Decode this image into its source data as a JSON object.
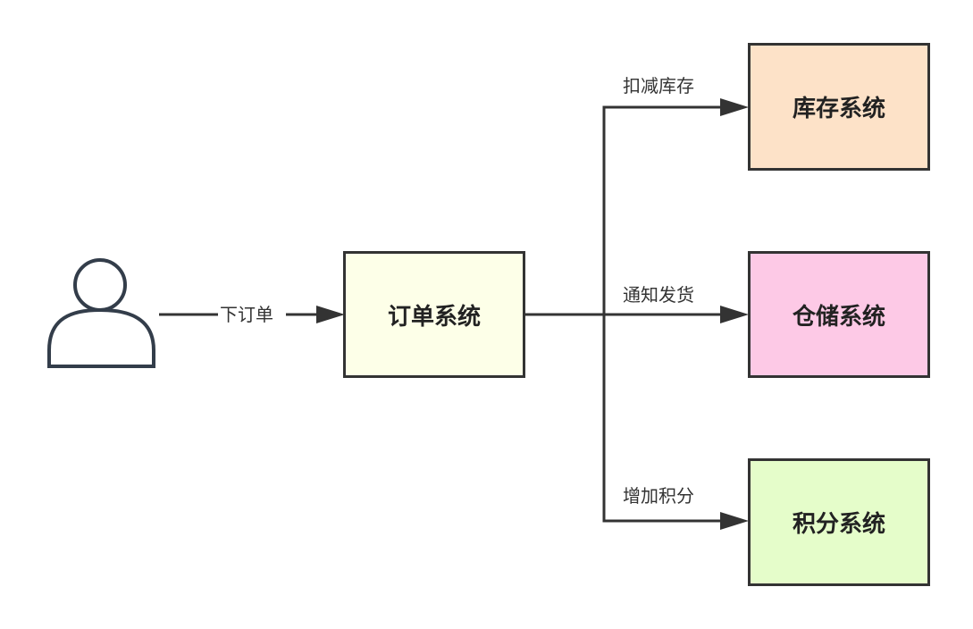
{
  "user": {
    "icon": "user-icon"
  },
  "order_edge": {
    "label": "下订单"
  },
  "nodes": {
    "order": {
      "label": "订单系统",
      "fill": "#fdffe8"
    },
    "inventory": {
      "label": "库存系统",
      "fill": "#fde2c8"
    },
    "warehouse": {
      "label": "仓储系统",
      "fill": "#fdc9e6"
    },
    "points": {
      "label": "积分系统",
      "fill": "#e5fdca"
    }
  },
  "edges": {
    "deduct_stock": {
      "label": "扣减库存"
    },
    "notify_ship": {
      "label": "通知发货"
    },
    "add_points": {
      "label": "增加积分"
    }
  },
  "colors": {
    "line": "#333333",
    "icon_stroke": "#333d4a"
  }
}
